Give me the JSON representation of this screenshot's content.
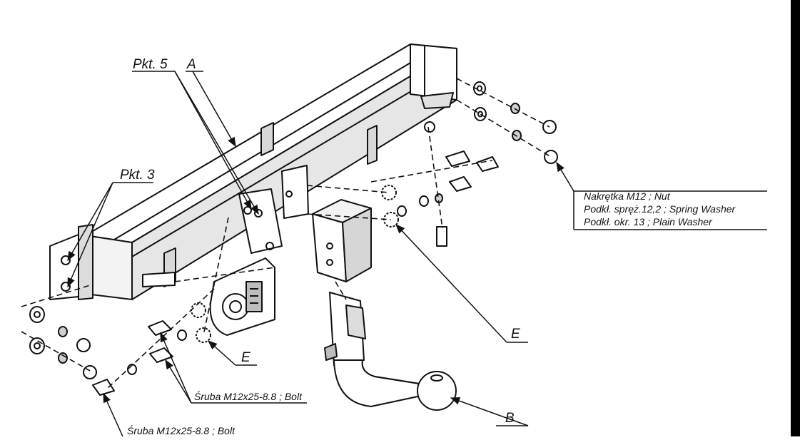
{
  "labels": {
    "pkt5": "Pkt. 5",
    "a": "A",
    "pkt3": "Pkt. 3",
    "e_right": "E",
    "e_left": "E",
    "b": "B"
  },
  "captions": {
    "nut": "Nakrętka M12 ; Nut",
    "spring_washer": "Podkł. spręż.12,2 ; Spring Washer",
    "plain_washer": "Podkł. okr. 13 ; Plain Washer",
    "bolt_middle": "Śruba M12x25-8.8 ;  Bolt",
    "bolt_bottom": "Śruba M12x25-8.8 ;  Bolt"
  },
  "colors": {
    "ink": "#111111",
    "paper": "#ffffff",
    "shade": "#bdbdbd"
  }
}
